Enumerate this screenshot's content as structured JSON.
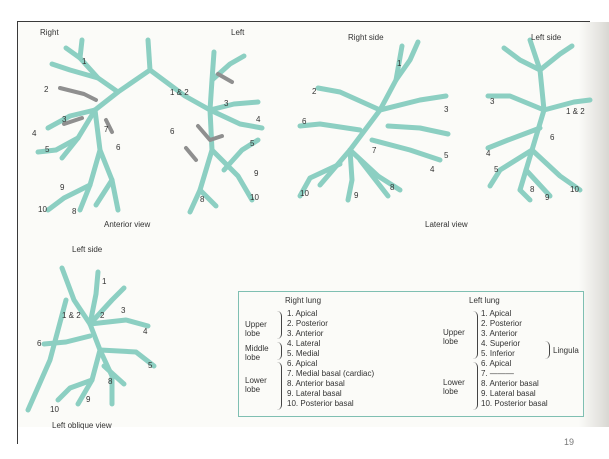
{
  "figures": {
    "anterior": {
      "top_left": "Right",
      "top_right": "Left",
      "caption": "Anterior view",
      "numbers_right": [
        "1",
        "2",
        "3",
        "4",
        "5",
        "6",
        "7",
        "8",
        "9",
        "10"
      ],
      "numbers_left": [
        "1 & 2",
        "3",
        "4",
        "5",
        "6",
        "8",
        "9",
        "10"
      ]
    },
    "lateral_right": {
      "title": "Right side",
      "numbers": [
        "1",
        "2",
        "3",
        "4",
        "5",
        "6",
        "7",
        "8",
        "9",
        "10"
      ]
    },
    "lateral_left": {
      "title": "Left side",
      "numbers": [
        "1 & 2",
        "3",
        "4",
        "5",
        "6",
        "8",
        "9",
        "10"
      ]
    },
    "lateral_caption": "Lateral view",
    "oblique": {
      "title": "Left side",
      "caption": "Left oblique view",
      "numbers": [
        "1",
        "1 & 2",
        "2",
        "3",
        "4",
        "5",
        "6",
        "8",
        "9",
        "10"
      ]
    }
  },
  "legend": {
    "right_header": "Right lung",
    "left_header": "Left lung",
    "right_items": [
      "1. Apical",
      "2. Posterior",
      "3. Anterior",
      "4. Lateral",
      "5. Medial",
      "6. Apical",
      "7. Medial basal (cardiac)",
      "8. Anterior basal",
      "9. Lateral basal",
      "10. Posterior basal"
    ],
    "left_items": [
      "1. Apical",
      "2. Posterior",
      "3. Anterior",
      "4. Superior",
      "5. Inferior",
      "6. Apical",
      "7. ———",
      "8. Anterior basal",
      "9. Lateral basal",
      "10. Posterior basal"
    ],
    "right_lobes": [
      "Upper lobe",
      "Middle lobe",
      "Lower lobe"
    ],
    "left_lobes": [
      "Upper lobe",
      "Lower lobe"
    ],
    "lingula": "Lingula"
  },
  "page_number": "19",
  "colors": {
    "airway": "#8ccfc2",
    "airway_dark": "#5fa99b",
    "highlight": "#8f8f8f"
  }
}
